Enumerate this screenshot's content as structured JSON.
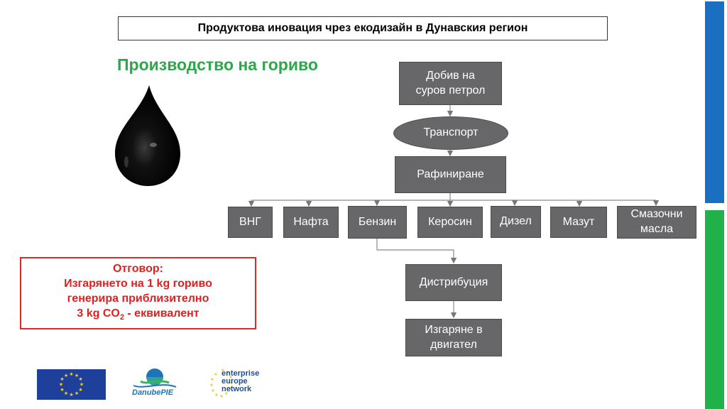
{
  "header": {
    "title": "Продуктова иновация чрез екодизайн в Дунавския регион"
  },
  "subtitle": "Производство на гориво",
  "diagram": {
    "extraction": [
      "Добив на",
      "суров петрол"
    ],
    "transport": "Транспорт",
    "refining": "Рафиниране",
    "products": {
      "lpg": "ВНГ",
      "naphtha": "Нафта",
      "gasoline": "Бензин",
      "kerosene": "Керосин",
      "diesel": "Дизел",
      "fuel_oil": "Мазут",
      "lubricants": [
        "Смазочни",
        "масла"
      ]
    },
    "distribution": "Дистрибуция",
    "combustion": [
      "Изгаряне в",
      "двигател"
    ]
  },
  "answer": {
    "line1": "Отговор:",
    "line2": "Изгарянето на 1 kg гориво",
    "line3": "генерира приблизително",
    "line4_pre": "3 kg CO",
    "line4_sub": "2",
    "line4_post": " - еквивалент"
  },
  "logos": {
    "danube": "DanubePIE",
    "een": [
      "enterprise",
      "europe",
      "network"
    ]
  },
  "colors": {
    "node_fill": "#676669",
    "subtitle": "#2aa84a",
    "answer": "#e02020",
    "bar_blue": "#1a6fc1",
    "bar_green": "#21b14b"
  }
}
